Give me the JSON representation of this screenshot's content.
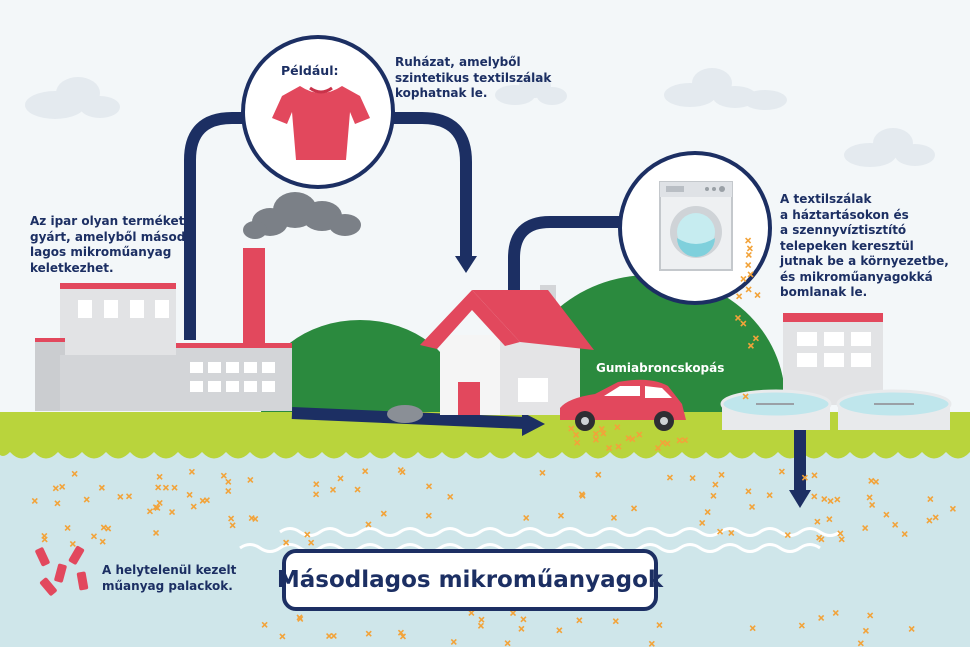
{
  "title": "Másodlagos mikroműanyagok",
  "labels": {
    "peldaul": "Például:",
    "clothing": [
      "Ruházat, amelyből",
      "szintetikus textilszálak",
      "kophatnak le."
    ],
    "industry": [
      "Az ipar olyan terméket",
      "gyárt, amelyből másod-",
      "lagos mikroműanyag",
      "keletkezhet."
    ],
    "textile": [
      "A textilszálak",
      "a háztartásokon és",
      "a szennyvíztisztító",
      "telepeken keresztül",
      "jutnak be a környezetbe,",
      "és mikroműanyagokká",
      "bomlanak le."
    ],
    "tyre": "Gumiabroncskopás",
    "bottles": [
      "A helytelenül kezelt",
      "műanyag palackok."
    ]
  },
  "colors": {
    "navy": "#1c2f63",
    "red": "#e2485d",
    "grass": "#b9d43c",
    "hill": "#2b8a3e",
    "water": "#cfe6ea",
    "particle": "#f2a33a",
    "building": "#e2e3e5"
  },
  "icons": [
    "cloud-icon",
    "factory-icon",
    "tshirt-icon",
    "house-icon",
    "car-icon",
    "washing-machine-icon",
    "treatment-plant-icon",
    "bottle-icon"
  ]
}
